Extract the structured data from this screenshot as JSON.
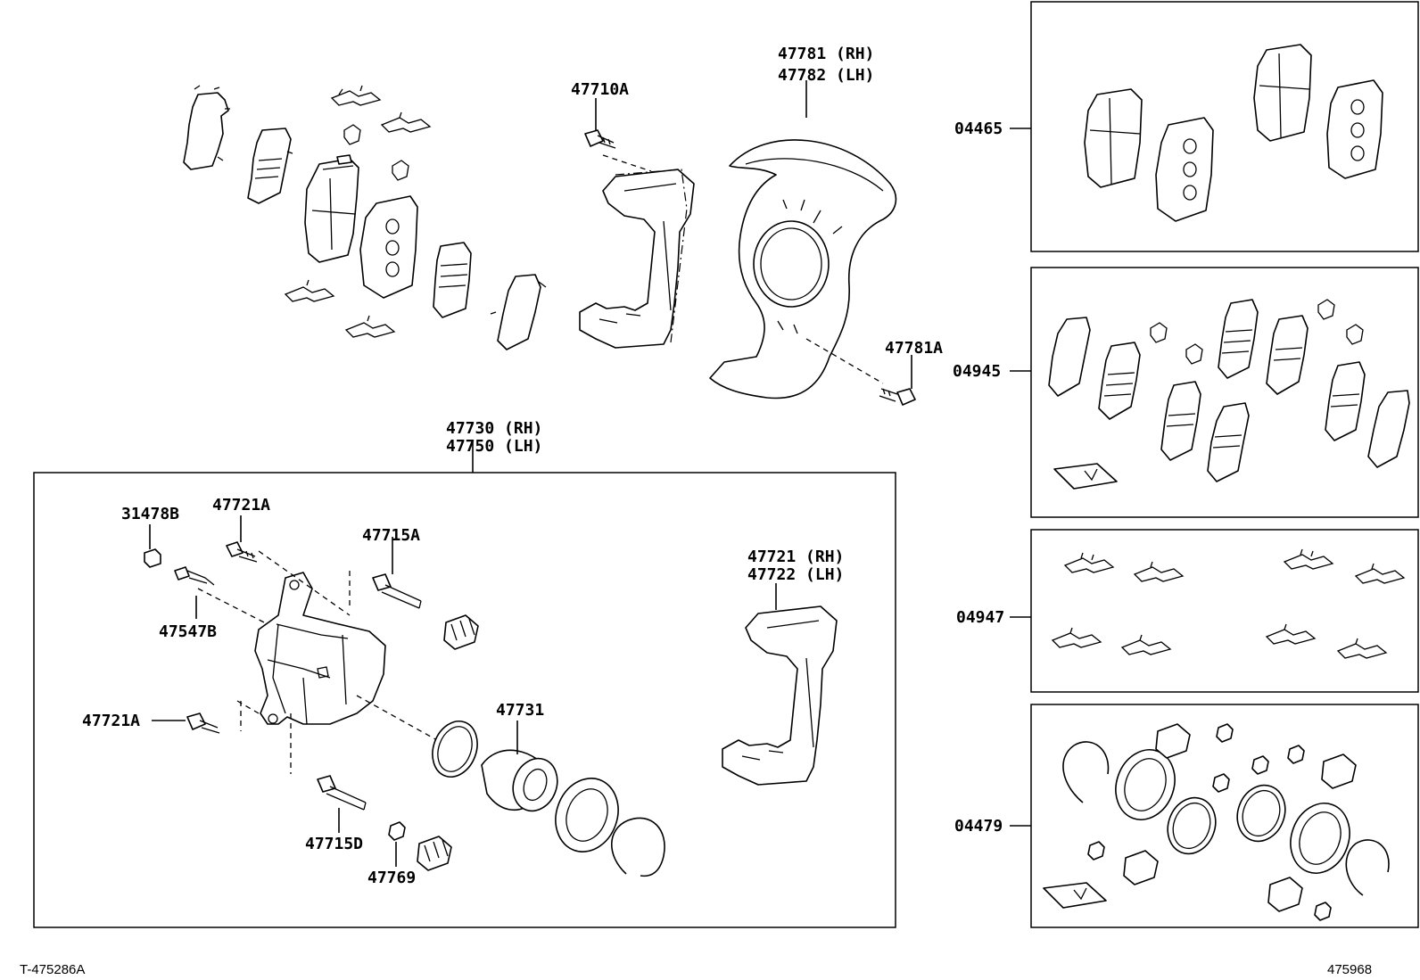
{
  "labels": {
    "p47710A": "47710A",
    "p47781": "47781 (RH)",
    "p47782": "47782 (LH)",
    "p47781A": "47781A",
    "p47730": "47730 (RH)",
    "p47750": "47750 (LH)",
    "p31478B": "31478B",
    "p47721A_top": "47721A",
    "p47715A": "47715A",
    "p47547B": "47547B",
    "p47721A_left": "47721A",
    "p47731": "47731",
    "p47715D": "47715D",
    "p47769": "47769",
    "p47721": "47721 (RH)",
    "p47722": "47722 (LH)",
    "p04465": "04465",
    "p04945": "04945",
    "p04947": "04947",
    "p04479": "04479"
  },
  "footer": {
    "left_code": "T-475286A",
    "right_code": "475968"
  }
}
